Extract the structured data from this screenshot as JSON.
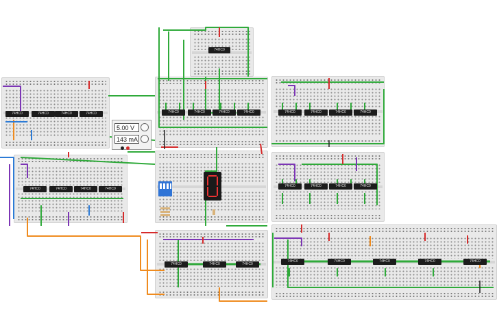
{
  "power_supply": {
    "voltage": "5.00 V",
    "current": "143 mA"
  },
  "chips": {
    "top_small": "74HC0",
    "group_left_1": [
      "74HC0",
      "74HC0",
      "74HC0",
      "74HC0"
    ],
    "group_left_2": [
      "74HC0",
      "74HC0",
      "74HC0",
      "74HC0"
    ],
    "group_center_1": [
      "74HC0",
      "74HC0",
      "74HC0",
      "74HC0"
    ],
    "group_right_1": [
      "74HC0",
      "74HC0",
      "74HC0",
      "74HC0"
    ],
    "group_right_2": [
      "74HC0",
      "74HC0",
      "74HC0",
      "74HC0"
    ],
    "group_bottom_center": [
      "74HC0",
      "74HC0",
      "74HC0"
    ],
    "group_bottom_right": [
      "74HC0",
      "74HC0",
      "74HC0",
      "74HC0",
      "74HC0"
    ]
  },
  "display": {
    "digit_color": "#e33333",
    "segments_on": [
      "a",
      "b",
      "c",
      "d",
      "e",
      "f"
    ]
  },
  "colors": {
    "wire_green": "#2faa3a",
    "wire_red": "#d62b2b",
    "wire_purple": "#7c35b5",
    "wire_orange": "#ef8b1e",
    "wire_blue": "#2c7bd6",
    "breadboard": "#e9e9e9",
    "chip": "#1c1c1c"
  }
}
